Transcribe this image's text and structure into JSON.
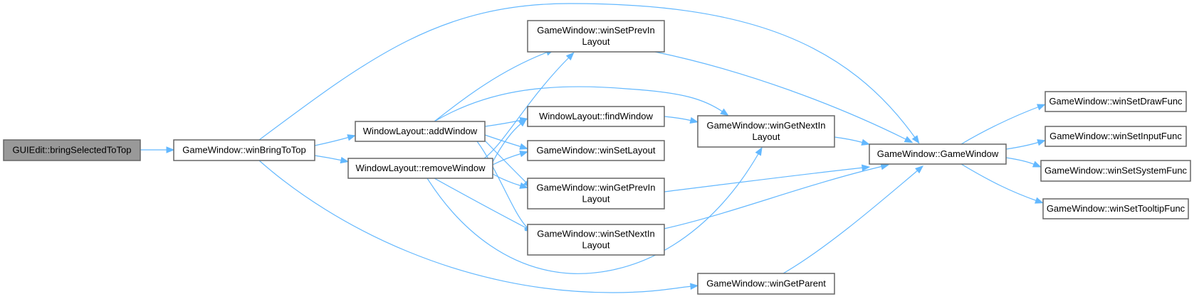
{
  "colors": {
    "edge": "#63b8ff",
    "node_border": "#666666",
    "node_fill": "#ffffff",
    "root_fill": "#999999"
  },
  "nodes": [
    {
      "id": "n0",
      "lines": [
        "GUIEdit::bringSelectedToTop"
      ],
      "root": true
    },
    {
      "id": "n1",
      "lines": [
        "GameWindow::winBringToTop"
      ]
    },
    {
      "id": "n2",
      "lines": [
        "WindowLayout::addWindow"
      ]
    },
    {
      "id": "n3",
      "lines": [
        "WindowLayout::removeWindow"
      ]
    },
    {
      "id": "n4",
      "lines": [
        "GameWindow::winSetPrevIn",
        "Layout"
      ]
    },
    {
      "id": "n5",
      "lines": [
        "WindowLayout::findWindow"
      ]
    },
    {
      "id": "n6",
      "lines": [
        "GameWindow::winSetLayout"
      ]
    },
    {
      "id": "n7",
      "lines": [
        "GameWindow::winGetPrevIn",
        "Layout"
      ]
    },
    {
      "id": "n8",
      "lines": [
        "GameWindow::winSetNextIn",
        "Layout"
      ]
    },
    {
      "id": "n9",
      "lines": [
        "GameWindow::winGetNextIn",
        "Layout"
      ]
    },
    {
      "id": "n10",
      "lines": [
        "GameWindow::winGetParent"
      ]
    },
    {
      "id": "n11",
      "lines": [
        "GameWindow::GameWindow"
      ]
    },
    {
      "id": "n12",
      "lines": [
        "GameWindow::winSetDrawFunc"
      ]
    },
    {
      "id": "n13",
      "lines": [
        "GameWindow::winSetInputFunc"
      ]
    },
    {
      "id": "n14",
      "lines": [
        "GameWindow::winSetSystemFunc"
      ]
    },
    {
      "id": "n15",
      "lines": [
        "GameWindow::winSetTooltipFunc"
      ]
    }
  ],
  "edges": [
    [
      "n0",
      "n1"
    ],
    [
      "n1",
      "n2"
    ],
    [
      "n1",
      "n3"
    ],
    [
      "n1",
      "n11"
    ],
    [
      "n1",
      "n10"
    ],
    [
      "n2",
      "n4"
    ],
    [
      "n2",
      "n5"
    ],
    [
      "n2",
      "n6"
    ],
    [
      "n2",
      "n7"
    ],
    [
      "n2",
      "n8"
    ],
    [
      "n2",
      "n9"
    ],
    [
      "n3",
      "n4"
    ],
    [
      "n3",
      "n5"
    ],
    [
      "n3",
      "n6"
    ],
    [
      "n3",
      "n7"
    ],
    [
      "n3",
      "n8"
    ],
    [
      "n3",
      "n9"
    ],
    [
      "n4",
      "n11"
    ],
    [
      "n5",
      "n9"
    ],
    [
      "n9",
      "n11"
    ],
    [
      "n7",
      "n11"
    ],
    [
      "n8",
      "n11"
    ],
    [
      "n10",
      "n11"
    ],
    [
      "n11",
      "n12"
    ],
    [
      "n11",
      "n13"
    ],
    [
      "n11",
      "n14"
    ],
    [
      "n11",
      "n15"
    ]
  ]
}
